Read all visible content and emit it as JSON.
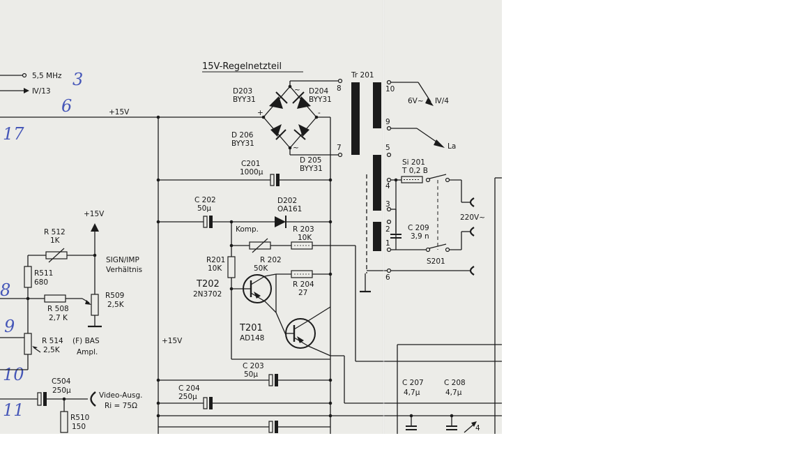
{
  "diagram": {
    "title": "15V-Regelnetzteil",
    "left_outputs": {
      "mhz": "5,5 MHz",
      "iv13": "Ⅳ/13",
      "plus15_top": "+15V"
    },
    "bridge": {
      "d203": {
        "name": "D203",
        "type": "BYY31"
      },
      "d204": {
        "name": "D204",
        "type": "BYY31"
      },
      "d206": {
        "name": "D 206",
        "type": "BYY31"
      },
      "d205": {
        "name": "D 205",
        "type": "BYY31"
      },
      "ac": "~",
      "plus": "+",
      "minus": "-"
    },
    "transformer": {
      "name": "Tr  201",
      "pins": [
        "8",
        "7",
        "10",
        "9",
        "5",
        "4",
        "3",
        "2",
        "1",
        "6"
      ]
    },
    "secondary": {
      "out_6v": "6V~",
      "out_iv4": "Ⅳ/4",
      "la": "La"
    },
    "fuse": {
      "name": "Si 201",
      "value": "T 0,2 B"
    },
    "mains": {
      "voltage": "220V~",
      "switch": "S201"
    },
    "c209": {
      "name": "C 209",
      "value": "3,9 n"
    },
    "c201": {
      "name": "C201",
      "value": "1000μ"
    },
    "c202": {
      "name": "C 202",
      "value": "50μ"
    },
    "d202": {
      "name": "D202",
      "type": "OA161"
    },
    "komp": "Komp.",
    "r203": {
      "name": "R 203",
      "value": "10K"
    },
    "r201": {
      "name": "R201",
      "value": "10K"
    },
    "r202": {
      "name": "R 202",
      "value": "50K"
    },
    "r204": {
      "name": "R 204",
      "value": "27"
    },
    "t202": {
      "name": "T202",
      "type": "2N3702"
    },
    "t201": {
      "name": "T201",
      "type": "AD148"
    },
    "c203": {
      "name": "C 203",
      "value": "50μ"
    },
    "c204": {
      "name": "C 204",
      "value": "250μ"
    },
    "c207": {
      "name": "C 207",
      "value": "4,7μ"
    },
    "c208": {
      "name": "C 208",
      "value": "4,7μ"
    },
    "trim_mark": "4",
    "plus15_mid": "+15V",
    "plus15_left": "+15V",
    "r512": {
      "name": "R 512",
      "value": "1K"
    },
    "r511": {
      "name": "R511",
      "value": "680"
    },
    "r508": {
      "name": "R 508",
      "value": "2,7 K"
    },
    "r509": {
      "name": "R509",
      "value": "2,5K"
    },
    "r514": {
      "name": "R 514",
      "value": "2,5K"
    },
    "sign": {
      "l1": "SIGN/IMP",
      "l2": "Verhältnis"
    },
    "fbas": {
      "l1": "(F) BAS",
      "l2": "Ampl."
    },
    "c504": {
      "name": "C504",
      "value": "250μ"
    },
    "video": {
      "l1": "Video-Ausg.",
      "l2": "Ri = 75Ω"
    },
    "r510": {
      "name": "R510",
      "value": "150"
    },
    "handwritten": [
      "3",
      "6",
      "17",
      "8",
      "9",
      "10",
      "11"
    ]
  }
}
